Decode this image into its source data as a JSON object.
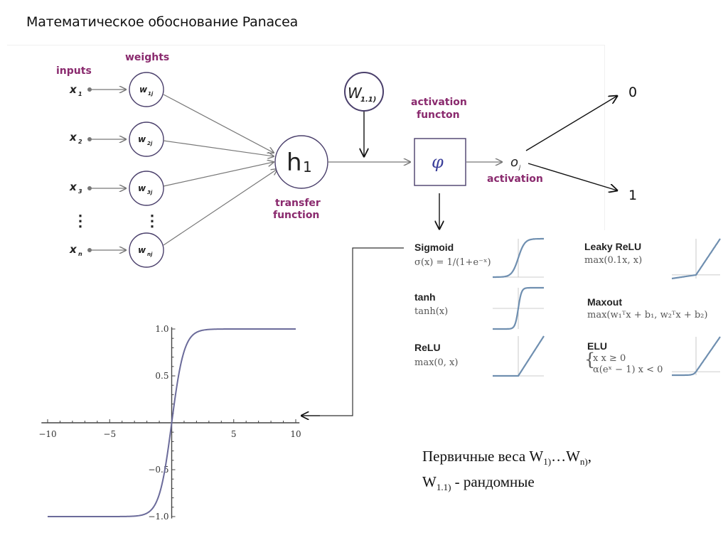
{
  "slide": {
    "title": "Математическое обоснование Panacea"
  },
  "neuron": {
    "inputs_label": "inputs",
    "weights_label": "weights",
    "inputs": [
      "x1",
      "x2",
      "x3",
      "xn"
    ],
    "input_names": [
      "x",
      "x",
      "x",
      "x"
    ],
    "input_subs": [
      "1",
      "2",
      "3",
      "n"
    ],
    "weight_names": [
      "w",
      "w",
      "w",
      "w"
    ],
    "weight_subs": [
      "1j",
      "2j",
      "3j",
      "nj"
    ],
    "ellipsis": "⋮",
    "hidden": {
      "name": "h",
      "sub": "1"
    },
    "transfer_label_1": "transfer",
    "transfer_label_2": "function",
    "bias": {
      "name": "W",
      "sub": "1.1)"
    },
    "activation_label_1": "activation",
    "activation_label_2": "functon",
    "phi": "φ",
    "output": {
      "name": "o",
      "sub": "j"
    },
    "output_label": "activation",
    "outcomes": [
      "0",
      "1"
    ]
  },
  "activation_functions": [
    {
      "name": "Sigmoid",
      "formula": "σ(x) = 1/(1+e⁻ˣ)"
    },
    {
      "name": "tanh",
      "formula": "tanh(x)"
    },
    {
      "name": "ReLU",
      "formula": "max(0, x)"
    },
    {
      "name": "Leaky ReLU",
      "formula": "max(0.1x, x)"
    },
    {
      "name": "Maxout",
      "formula": "max(w₁ᵀx + b₁, w₂ᵀx + b₂)"
    },
    {
      "name": "ELU",
      "formula_line1": "x            x ≥ 0",
      "formula_line2": "α(eˣ − 1)   x < 0"
    }
  ],
  "chart_data": {
    "type": "line",
    "title": "",
    "function": "tanh(x)",
    "xlim": [
      -10,
      10
    ],
    "ylim": [
      -1.0,
      1.0
    ],
    "x_ticks": [
      "−10",
      "−5",
      "5",
      "10"
    ],
    "y_ticks": [
      "1.0",
      "0.5",
      "−0.5",
      "−1.0"
    ],
    "x_tick_values": [
      -10,
      -5,
      5,
      10
    ],
    "y_tick_values": [
      1.0,
      0.5,
      -0.5,
      -1.0
    ],
    "series": [
      {
        "name": "tanh",
        "color": "#6b6b9a"
      }
    ],
    "grid": false
  },
  "note": {
    "line1_prefix": "Первичные веса W",
    "line1_sub1": "1)",
    "line1_mid": "…W",
    "line1_sub2": "n)",
    "line1_suffix": ",",
    "line2_prefix": "W",
    "line2_sub": "1.1)",
    "line2_suffix": " - рандомные"
  },
  "colors": {
    "accent_purple": "#8a2a6e",
    "node_stroke": "#4a3f6b",
    "curve": "#6b6b9a"
  }
}
